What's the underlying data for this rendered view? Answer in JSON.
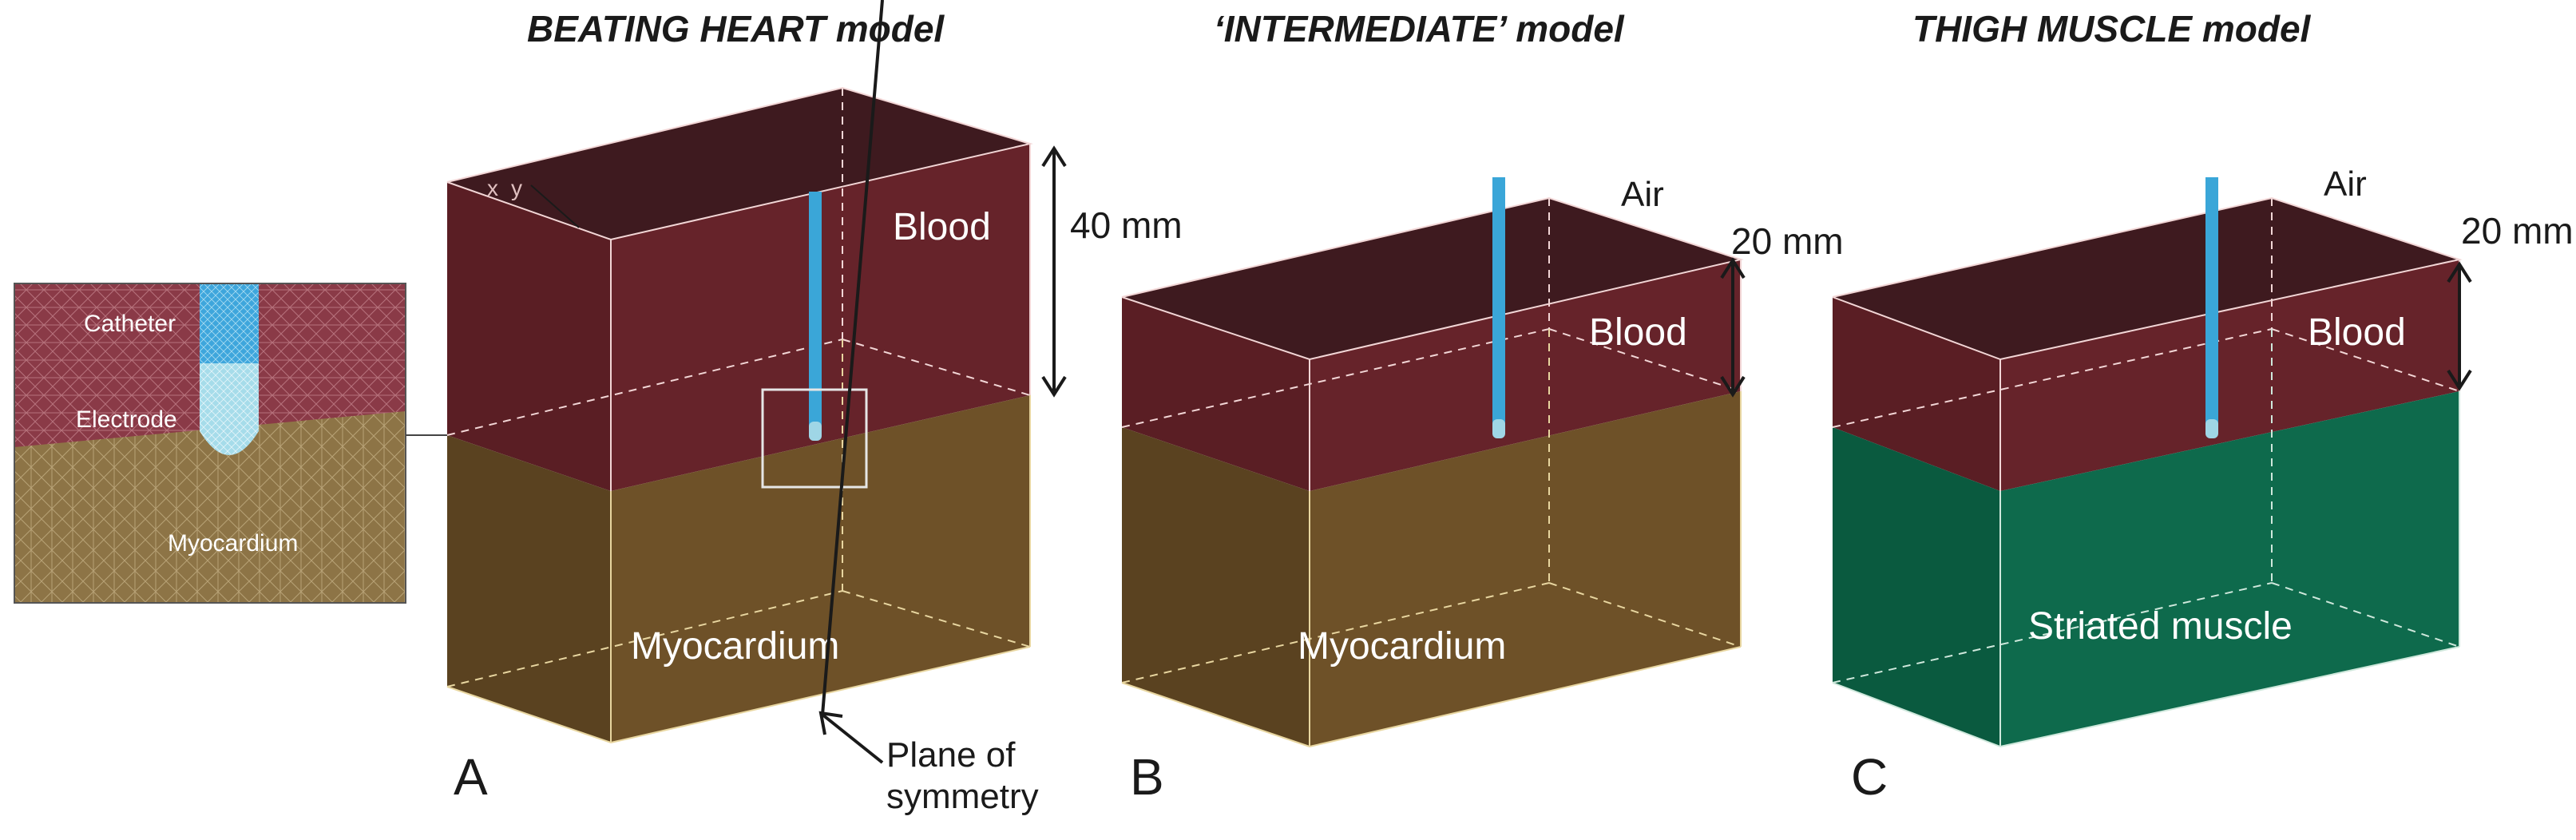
{
  "titles": {
    "a": "BEATING HEART model",
    "b": "‘INTERMEDIATE’ model",
    "c": "THIGH MUSCLE model"
  },
  "panels": {
    "a": "A",
    "b": "B",
    "c": "C"
  },
  "dimensions": {
    "a": "40 mm",
    "b": "20 mm",
    "c": "20 mm"
  },
  "labels": {
    "blood": "Blood",
    "air": "Air",
    "myocardium": "Myocardium",
    "striated_muscle": "Striated muscle",
    "plane_line1": "Plane of",
    "plane_line2": "symmetry"
  },
  "inset": {
    "catheter": "Catheter",
    "electrode": "Electrode",
    "myocardium": "Myocardium"
  },
  "axis": {
    "x": "x",
    "y": "y"
  },
  "colors": {
    "blood_front": "#66232a",
    "blood_side": "#5a1e24",
    "blood_top": "#3e1a1f",
    "myo_front": "#6e5128",
    "myo_side": "#5a4220",
    "muscle_front": "#0e6a4c",
    "muscle_side": "#0a5a3f",
    "catheter": "#3aa6d8",
    "electrode": "#9fd6e6"
  }
}
